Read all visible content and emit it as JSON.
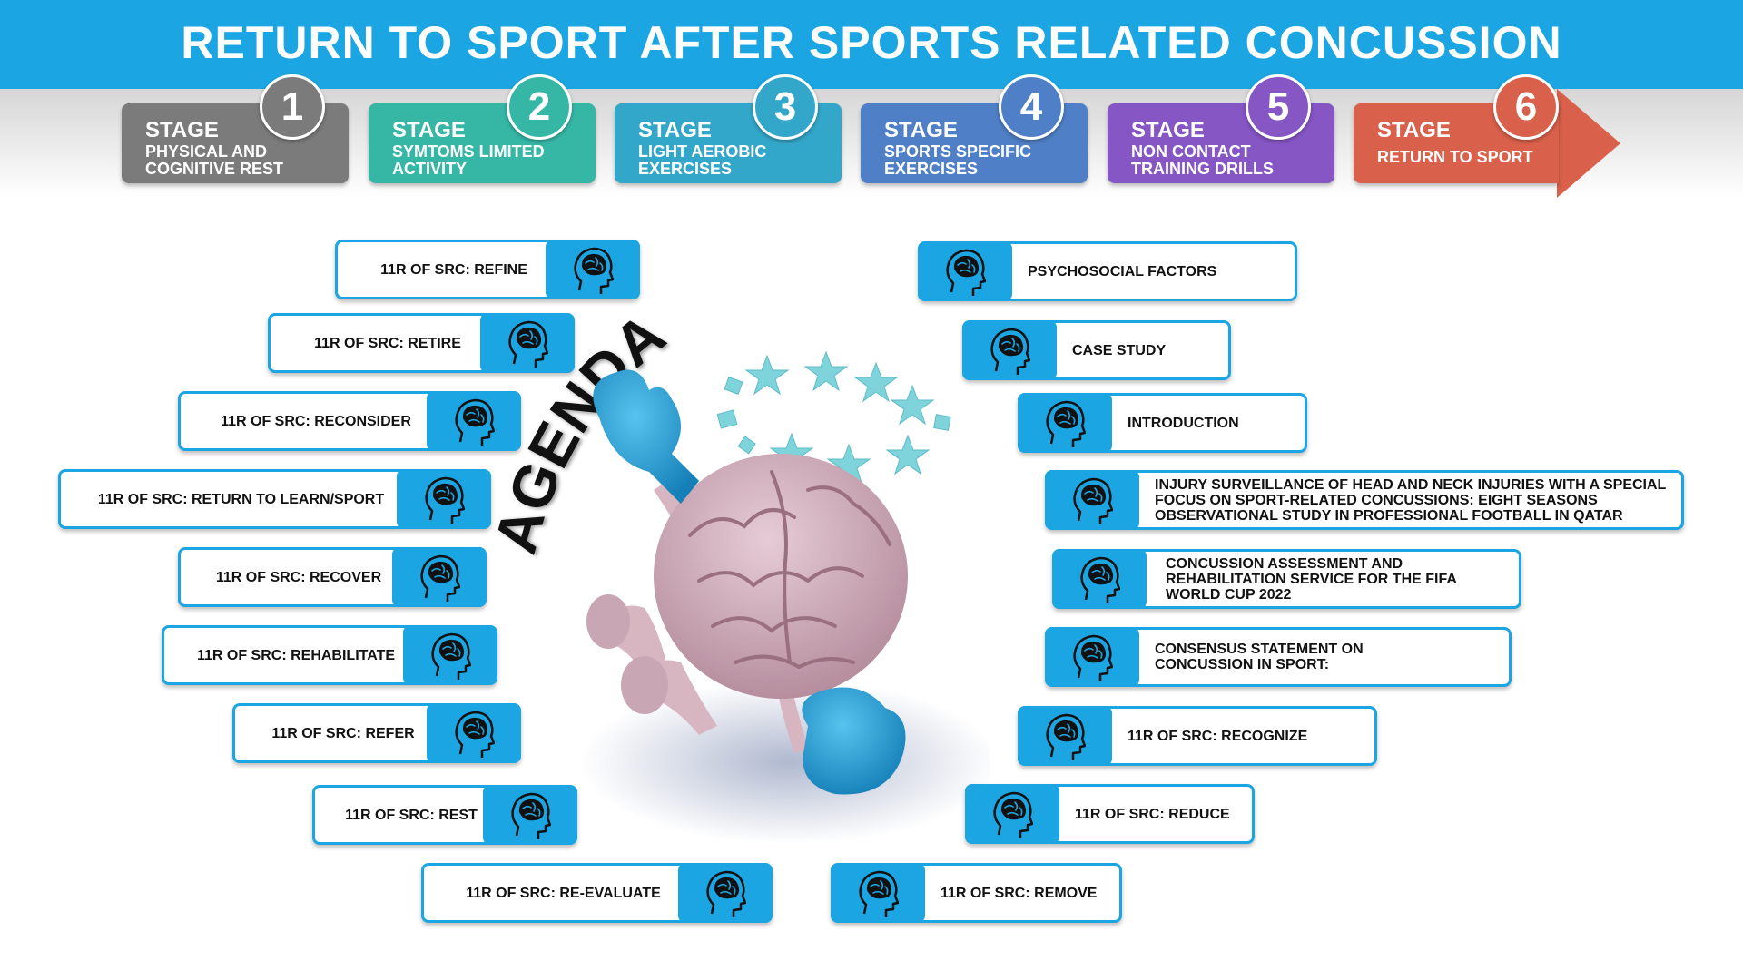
{
  "title": "RETURN TO SPORT AFTER SPORTS RELATED CONCUSSION",
  "agenda_label": "AGENDA",
  "stages": [
    {
      "label": "STAGE",
      "number": "1",
      "desc": "PHYSICAL AND COGNITIVE REST",
      "color": "#7b7b7b"
    },
    {
      "label": "STAGE",
      "number": "2",
      "desc": "SYMTOMS LIMITED ACTIVITY",
      "color": "#36b7a6"
    },
    {
      "label": "STAGE",
      "number": "3",
      "desc": "LIGHT AEROBIC EXERCISES",
      "color": "#33a7c9"
    },
    {
      "label": "STAGE",
      "number": "4",
      "desc": "SPORTS SPECIFIC EXERCISES",
      "color": "#4f7fc6"
    },
    {
      "label": "STAGE",
      "number": "5",
      "desc": "NON CONTACT TRAINING DRILLS",
      "color": "#8556c4"
    },
    {
      "label": "STAGE",
      "number": "6",
      "desc": "RETURN TO SPORT",
      "color": "#d9604a"
    }
  ],
  "left_items": [
    "11R OF SRC: REFINE",
    "11R OF SRC: RETIRE",
    "11R OF SRC: RECONSIDER",
    "11R OF SRC: RETURN TO LEARN/SPORT",
    "11R OF SRC: RECOVER",
    "11R OF SRC: REHABILITATE",
    "11R OF SRC: REFER",
    "11R OF SRC: REST",
    "11R OF SRC: RE-EVALUATE"
  ],
  "right_items": [
    "PSYCHOSOCIAL FACTORS",
    "CASE STUDY",
    "INTRODUCTION",
    "INJURY SURVEILLANCE OF HEAD AND NECK INJURIES WITH A SPECIAL FOCUS ON SPORT-RELATED CONCUSSIONS: EIGHT SEASONS OBSERVATIONAL STUDY IN PROFESSIONAL FOOTBALL IN QATAR",
    "CONCUSSION ASSESSMENT AND REHABILITATION SERVICE FOR THE FIFA WORLD CUP 2022",
    "CONSENSUS STATEMENT ON CONCUSSION IN SPORT:",
    "11R OF SRC: RECOGNIZE",
    "11R OF SRC: REDUCE",
    "11R OF SRC: REMOVE"
  ],
  "icon": "head-with-brain-icon",
  "accent_color": "#1ba6e3"
}
